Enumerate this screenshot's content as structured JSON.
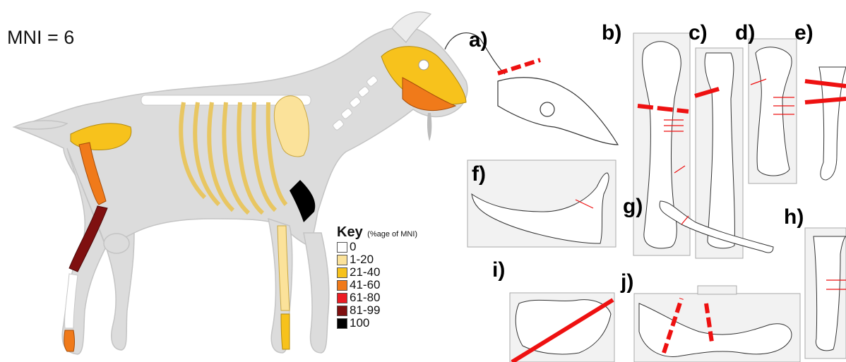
{
  "mni_label": "MNI = 6",
  "key": {
    "title": "Key",
    "subtitle": "(%age of MNI)",
    "entries": [
      {
        "label": "0",
        "color": "#ffffff"
      },
      {
        "label": "1-20",
        "color": "#fbe29a"
      },
      {
        "label": "21-40",
        "color": "#f7c21c"
      },
      {
        "label": "41-60",
        "color": "#f07a1a"
      },
      {
        "label": "61-80",
        "color": "#ec1c24"
      },
      {
        "label": "81-99",
        "color": "#7f1010"
      },
      {
        "label": "100",
        "color": "#000000"
      }
    ]
  },
  "panels": [
    {
      "label": "a)",
      "bone": "horn-core"
    },
    {
      "label": "b)",
      "bone": "humerus"
    },
    {
      "label": "c)",
      "bone": "radius"
    },
    {
      "label": "d)",
      "bone": "femur"
    },
    {
      "label": "e)",
      "bone": "tibia"
    },
    {
      "label": "f)",
      "bone": "mandible"
    },
    {
      "label": "g)",
      "bone": "ulna"
    },
    {
      "label": "h)",
      "bone": "metapodial"
    },
    {
      "label": "i)",
      "bone": "vertebra"
    },
    {
      "label": "j)",
      "bone": "pelvis"
    }
  ]
}
